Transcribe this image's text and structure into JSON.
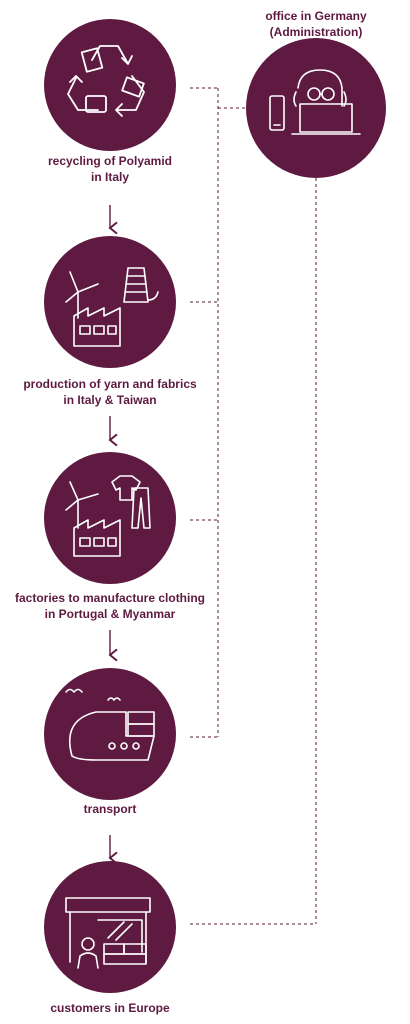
{
  "colors": {
    "accent": "#5e1a40",
    "icon_stroke": "#ffffff",
    "background": "#ffffff"
  },
  "nodes": [
    {
      "id": "recycling",
      "line1": "recycling of Polyamid",
      "line2": "in Italy",
      "icon": "recycle-icon"
    },
    {
      "id": "yarn",
      "line1": "production of yarn and fabrics",
      "line2": "in Italy & Taiwan",
      "icon": "factory-windmill-yarn-icon"
    },
    {
      "id": "factories",
      "line1": "factories to manufacture clothing",
      "line2": "in Portugal & Myanmar",
      "icon": "factory-windmill-clothing-icon"
    },
    {
      "id": "transport",
      "line1": "transport",
      "line2": "",
      "icon": "cargo-ship-icon"
    },
    {
      "id": "customers",
      "line1": "customers in Europe",
      "line2": "",
      "icon": "shop-icon"
    }
  ],
  "office": {
    "line1": "office in Germany",
    "line2": "(Administration)",
    "icon": "office-worker-icon"
  }
}
